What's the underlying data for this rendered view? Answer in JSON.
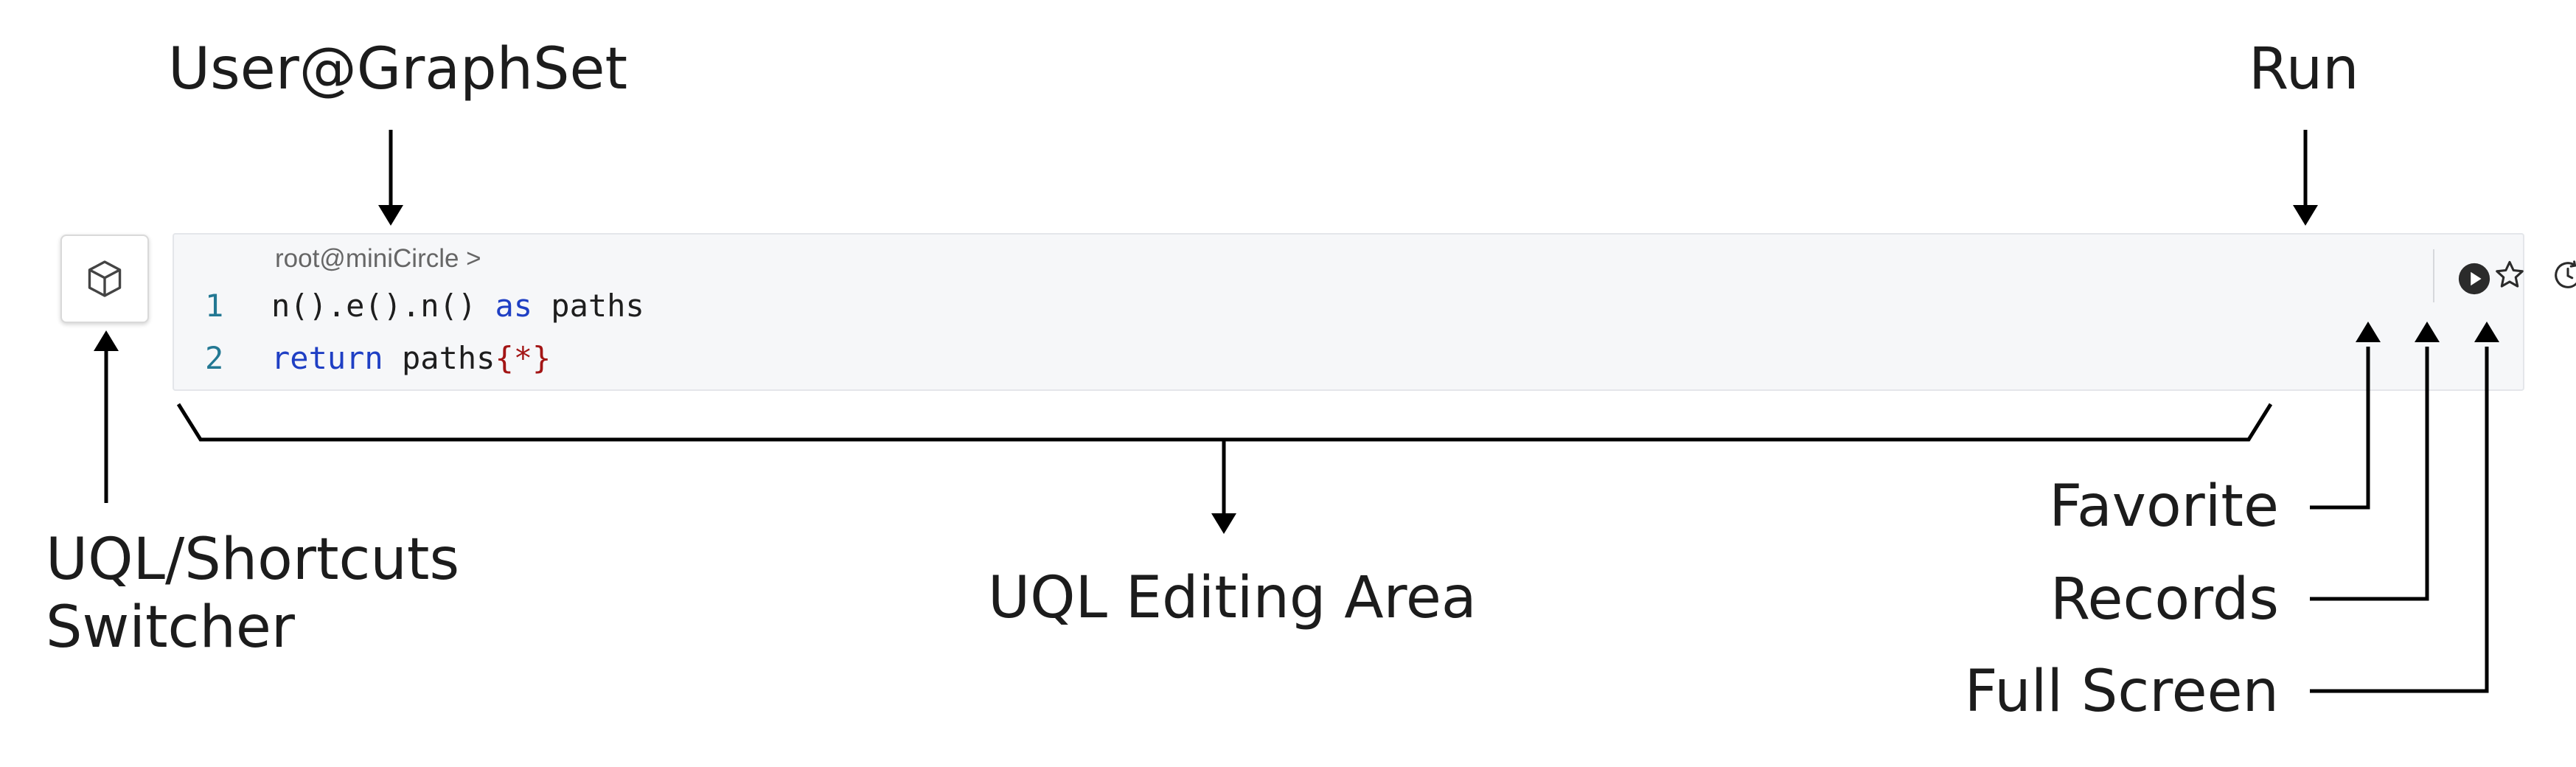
{
  "annotations": {
    "user_graphset": "User@GraphSet",
    "run": "Run",
    "switcher": "UQL/Shortcuts\nSwitcher",
    "editing_area": "UQL Editing Area",
    "favorite": "Favorite",
    "records": "Records",
    "full_screen": "Full Screen"
  },
  "editor": {
    "prompt": "root@miniCircle >",
    "lines": [
      {
        "number": "1",
        "tokens": [
          {
            "text": "n().e().n() ",
            "kind": "plain"
          },
          {
            "text": "as",
            "kind": "keyword"
          },
          {
            "text": " paths",
            "kind": "plain"
          }
        ]
      },
      {
        "number": "2",
        "tokens": [
          {
            "text": "return",
            "kind": "keyword"
          },
          {
            "text": " paths",
            "kind": "plain"
          },
          {
            "text": "{*}",
            "kind": "brace"
          }
        ]
      }
    ]
  },
  "toolbar": {
    "icons": [
      "run-icon",
      "favorite-star-icon",
      "records-history-icon",
      "full-screen-icon"
    ]
  },
  "switcher": {
    "icon": "cube-icon"
  },
  "colors": {
    "editor_background": "#f6f7f9",
    "line_number": "#237893",
    "keyword": "#1f3fc4",
    "brace": "#a31515",
    "annotation_text": "#1c1c1c"
  }
}
